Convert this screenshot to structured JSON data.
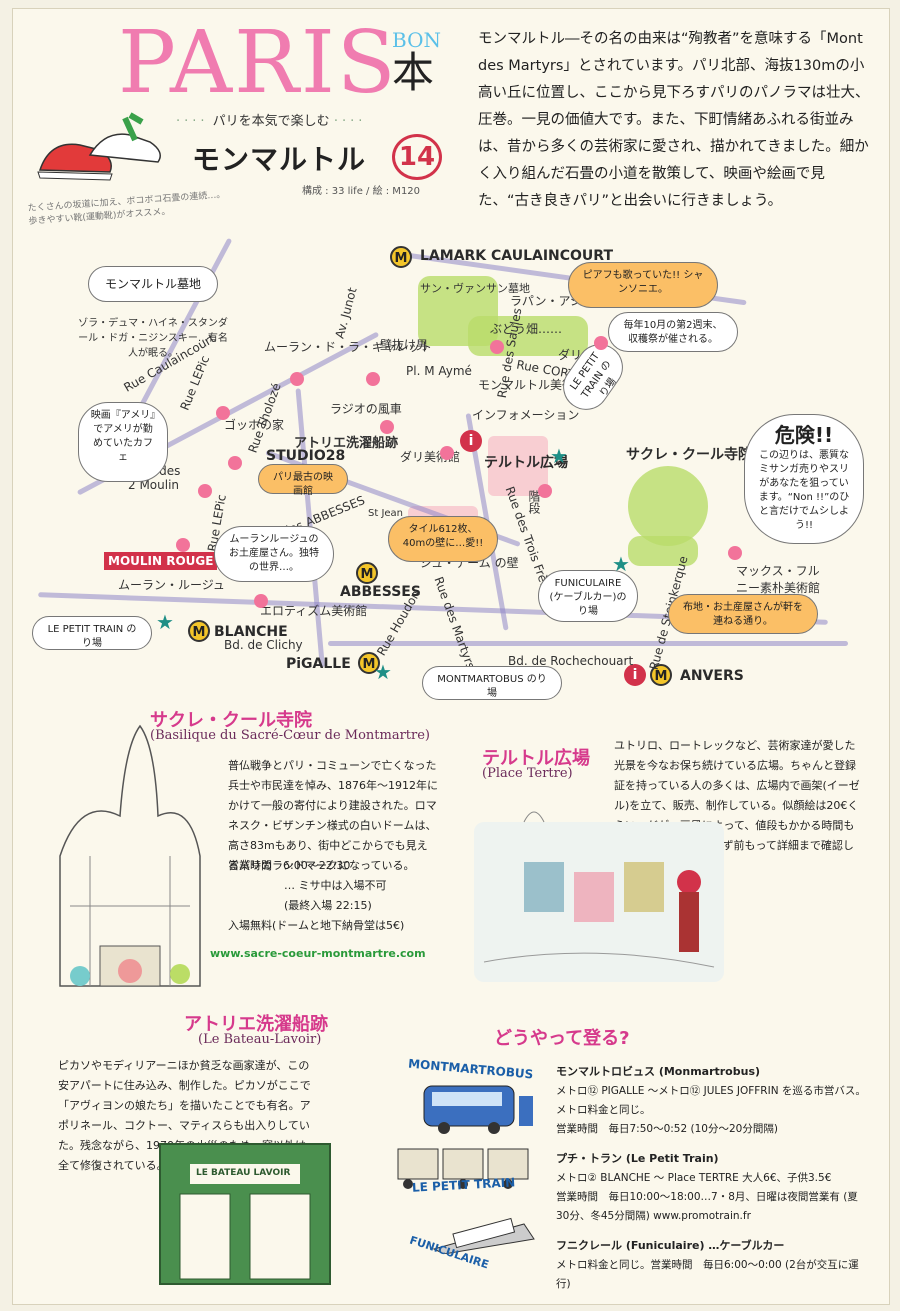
{
  "header": {
    "logo_paris": "PARIS",
    "logo_bon": "BON",
    "logo_hon": "本",
    "tagline": "パリを本気で楽しむ",
    "title": "モンマルトル",
    "issue": "14",
    "credits": "構成 : 33 life / 絵 : M120",
    "shoe_caption_1": "たくさんの坂道に加え、ボコボコ石畳の連続…。",
    "shoe_caption_2": "歩きやすい靴(運動靴)がオススメ。"
  },
  "intro": "モンマルトル―その名の由来は“殉教者”を意味する「Mont des Martyrs」とされています。パリ北部、海抜130mの小高い丘に位置し、ここから見下ろすパリのパノラマは壮大、圧巻。一見の価値大です。また、下町情緒あふれる街並みは、昔から多くの芸術家に愛され、描かれてきました。細かく入り組んだ石畳の小道を散策して、映画や絵画で見た、“古き良きパリ”と出会いに行きましょう。",
  "map": {
    "stations": {
      "lamark": "LAMARK CAULAINCOURT",
      "abbesses": "ABBESSES",
      "blanche": "BLANCHE",
      "pigalle": "PiGALLE",
      "anvers": "ANVERS"
    },
    "streets": {
      "caulaincourt": "Rue Caulaincourt",
      "lepic1": "Rue LEPic",
      "lepic2": "Rue LEPic",
      "junot": "Av. Junot",
      "tholoze": "Rue Tholozé",
      "abbesses_rue": "Rue des ABBESSES",
      "saules": "Rue des Saules",
      "cortot": "Rue CORTOT",
      "clichy": "Bd. de Clichy",
      "houdon": "Rue Houdon",
      "martyrs": "Rue des Martyrs",
      "trois_freres": "Rue des Trois Frères",
      "steinkerque": "Rue de Steinkerque",
      "rochechouart": "Bd. de Rochechouart",
      "pl_aymé": "Pl. M Aymé"
    },
    "places": {
      "cemetery": "モンマルトル墓地",
      "cemetery_note": "ゾラ・デュマ・ハイネ・スタンダール・ドガ・ニジンスキー…有名人が眠る。",
      "st_vincent": "サン・ヴァンサン墓地",
      "lapin": "ラパン・アジル",
      "vineyard": "ぶどう畑……",
      "dali": "ダリの家",
      "musee_montmartre": "モンマルトル美術館",
      "galette": "ムーラン・ド・ラ・ギャレット",
      "wall_walker": "壁抜け男",
      "radio": "ラジオの風車",
      "van_gogh": "ゴッホの家",
      "lavoir": "アトリエ洗濯船跡",
      "studio28": "STUDIO28",
      "dali_museum": "ダリ美術館",
      "tertre": "テルトル広場",
      "info": "インフォメーション",
      "sacre": "サクレ・クール寺院",
      "cafe": "Café des 2 Moulin",
      "moulin_rouge": "ムーラン・ルージュ",
      "moulin_sign": "MOULIN ROUGE",
      "erotic": "エロティズム美術館",
      "max_fourny": "マックス・フルニー素朴美術館",
      "je_taime": "ジュ・テーム の壁",
      "stairs": "階段",
      "st_jean": "St Jean"
    },
    "bubbles": {
      "piaf": "ピアフも歌っていた!! シャンソニエ。",
      "harvest": "毎年10月の第2週末、収穫祭が催される。",
      "amelie": "映画『アメリ』でアメリが勤めていたカフェ",
      "studio28_note": "パリ最古の映画館",
      "tiles": "タイル612枚、40mの壁に…愛!!",
      "moulin_shop": "ムーランルージュのお土産屋さん。独特の世界…。",
      "danger_title": "危険!!",
      "danger_text": "この辺りは、悪質なミサンガ売りやスリがあなたを狙っています。“Non !!”のひと言だけでムシしよう!!",
      "funiculaire": "FUNICULAIRE (ケーブルカー)のり場",
      "fabric": "布地・お土産屋さんが軒を連ねる通り。",
      "petit_train_left": "LE PETIT TRAIN のり場",
      "petit_train_top": "LE PETIT TRAIN のり場",
      "montmartobus": "MONTMARTOBUS のり場"
    }
  },
  "sacre_coeur": {
    "title": "サクレ・クール寺院",
    "subtitle": "(Basilique du Sacré-Cœur de Montmartre)",
    "body": "普仏戦争とパリ・コミューンで亡くなった兵士や市民達を悼み、1876年～1912年にかけて一般の寄付により建設された。ロマネスク・ビザンチン様式の白いドームは、高さ83mもあり、街中どこからでも見えるパリのランドマークになっている。",
    "hours_label": "営業時間",
    "hours": "6:00～22:30",
    "hours_note1": "… ミサ中は入場不可",
    "hours_note2": "(最終入場 22:15)",
    "fee": "入場無料(ドームと地下納骨堂は5€)",
    "url": "www.sacre-coeur-montmartre.com"
  },
  "tertre": {
    "title": "テルトル広場",
    "subtitle": "(Place Tertre)",
    "body": "ユトリロ、ロートレックなど、芸術家達が愛した光景を今なお保ち続けている広場。ちゃんと登録証を持っている人の多くは、広場内で画架(イーゼル)を立て、販売、制作している。似顔絵は20€くらい…だが、画風によって、値段もかかる時間も変わってくるので、必ず前もって詳細まで確認して!!"
  },
  "lavoir": {
    "title": "アトリエ洗濯船跡",
    "subtitle": "(Le Bateau-Lavoir)",
    "body": "ピカソやモディリアーニほか貧乏な画家達が、この安アパートに住み込み、制作した。ピカソがここで「アヴィヨンの娘たち」を描いたことでも有名。アポリネール、コクトー、マティスらも出入りしていた。残念ながら、1970年の火災のため、窓以外は全て修復されている。",
    "sign": "LE BATEAU LAVOIR"
  },
  "howto": {
    "title": "どうやって登る?",
    "labels": {
      "bus": "MONTMARTROBUS",
      "train": "LE PETIT TRAIN",
      "funi": "FUNICULAIRE"
    },
    "bus_title": "モンマルトロビュス (Monmartrobus)",
    "bus_body": "メトロ⑫ PIGALLE ～メトロ⑫ JULES JOFFRIN を巡る市営バス。メトロ料金と同じ。",
    "bus_hours": "営業時間　毎日7:50～0:52 (10分～20分間隔)",
    "train_title": "プチ・トラン (Le Petit Train)",
    "train_body": "メトロ② BLANCHE ～ Place TERTRE 大人6€、子供3.5€",
    "train_hours": "営業時間　毎日10:00～18:00…7・8月、日曜は夜間営業有 (夏30分、冬45分間隔) www.promotrain.fr",
    "funi_title": "フニクレール (Funiculaire) …ケーブルカー",
    "funi_body": "メトロ料金と同じ。営業時間　毎日6:00～0:00 (2台が交互に運行)"
  },
  "colors": {
    "pink": "#f07cb0",
    "blue": "#5bc0e8",
    "magenta": "#d63a8c",
    "red": "#d2324a",
    "road": "#8f86c9"
  }
}
